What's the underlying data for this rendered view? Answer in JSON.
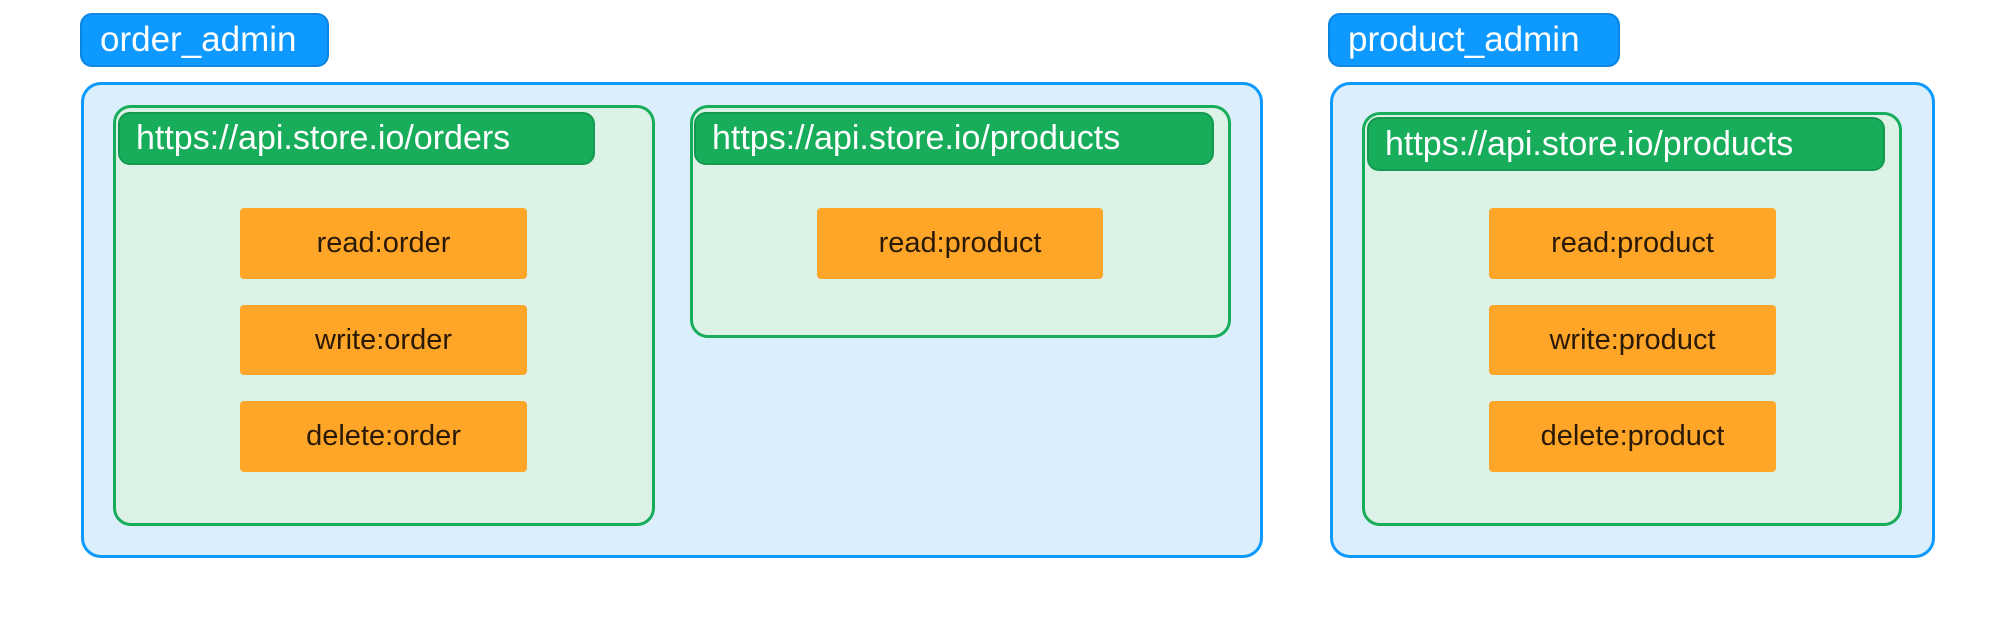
{
  "roles": [
    {
      "name": "order_admin",
      "apis": [
        {
          "url": "https://api.store.io/orders",
          "permissions": [
            "read:order",
            "write:order",
            "delete:order"
          ]
        },
        {
          "url": "https://api.store.io/products",
          "permissions": [
            "read:product"
          ]
        }
      ]
    },
    {
      "name": "product_admin",
      "apis": [
        {
          "url": "https://api.store.io/products",
          "permissions": [
            "read:product",
            "write:product",
            "delete:product"
          ]
        }
      ]
    }
  ],
  "colors": {
    "role": "#0d99ff",
    "role_bg": "#dbeefc",
    "api": "#18ad5b",
    "api_bg": "#dcf2e6",
    "permission": "#ffa629"
  }
}
